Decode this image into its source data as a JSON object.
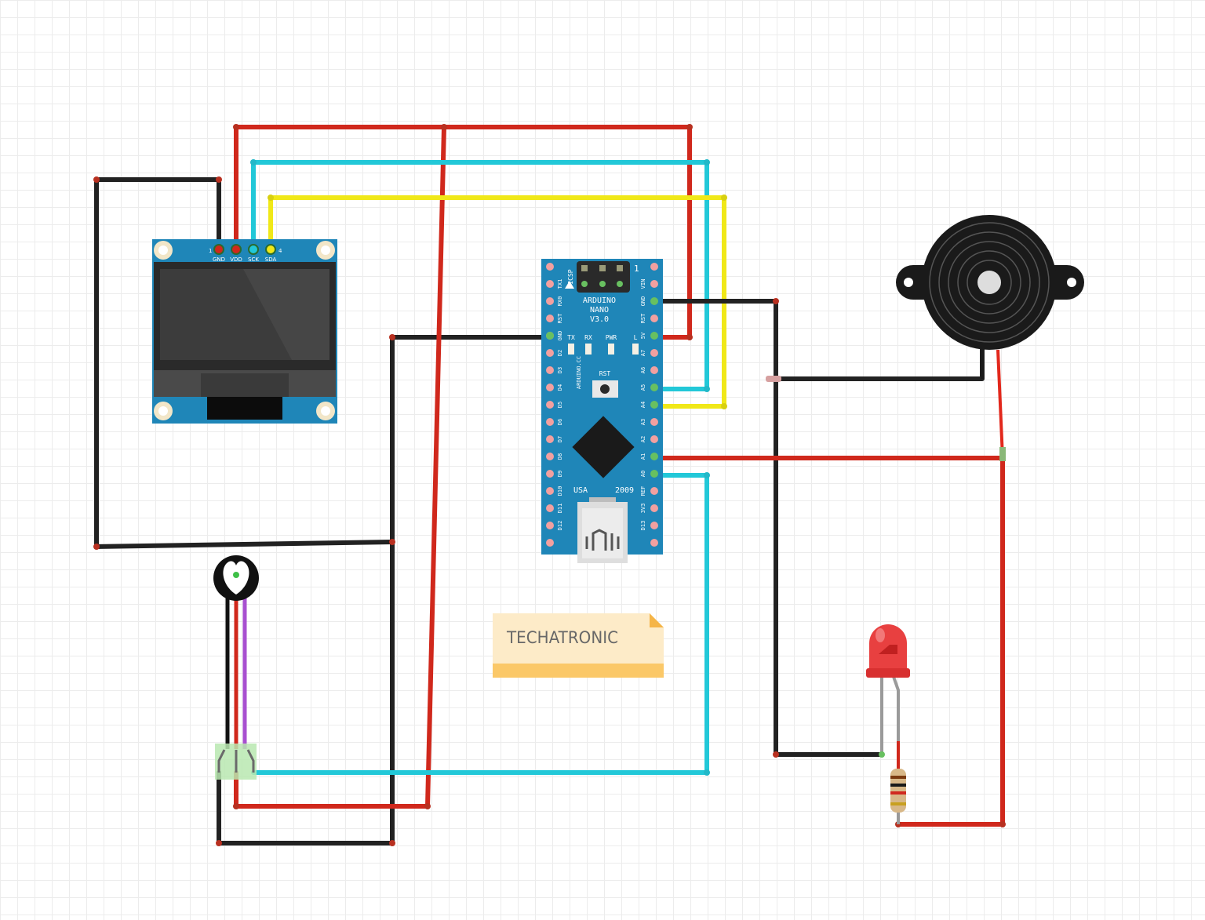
{
  "oled": {
    "pin_labels": [
      "GND",
      "VDD",
      "SCK",
      "SDA"
    ],
    "pin_numbers": [
      "1",
      "4"
    ]
  },
  "nano": {
    "title_lines": [
      "ARDUINO",
      "NANO",
      "V3.0"
    ],
    "icsp": "ICSP",
    "pin1_mark": "1",
    "leds": [
      "TX",
      "RX",
      "PWR",
      "L"
    ],
    "side_text": "ARDUINO.CC",
    "rst_label": "RST",
    "usa": "USA",
    "year": "2009",
    "left_pins": [
      "TX1",
      "RX0",
      "RST",
      "GND",
      "D2",
      "D3",
      "D4",
      "D5",
      "D6",
      "D7",
      "D8",
      "D9",
      "D10",
      "D11",
      "D12"
    ],
    "right_pins": [
      "VIN",
      "GND",
      "RST",
      "5V",
      "A7",
      "A6",
      "A5",
      "A4",
      "A3",
      "A2",
      "A1",
      "A0",
      "REF",
      "3V3",
      "D13"
    ]
  },
  "note": {
    "text": "TECHATRONIC"
  },
  "colors": {
    "red": "#d0281c",
    "black": "#222222",
    "cyan": "#22c8d8",
    "yellow": "#f0e818",
    "purple": "#a850d0",
    "board_blue": "#1f86b8",
    "pad": "#f2a0a0"
  }
}
